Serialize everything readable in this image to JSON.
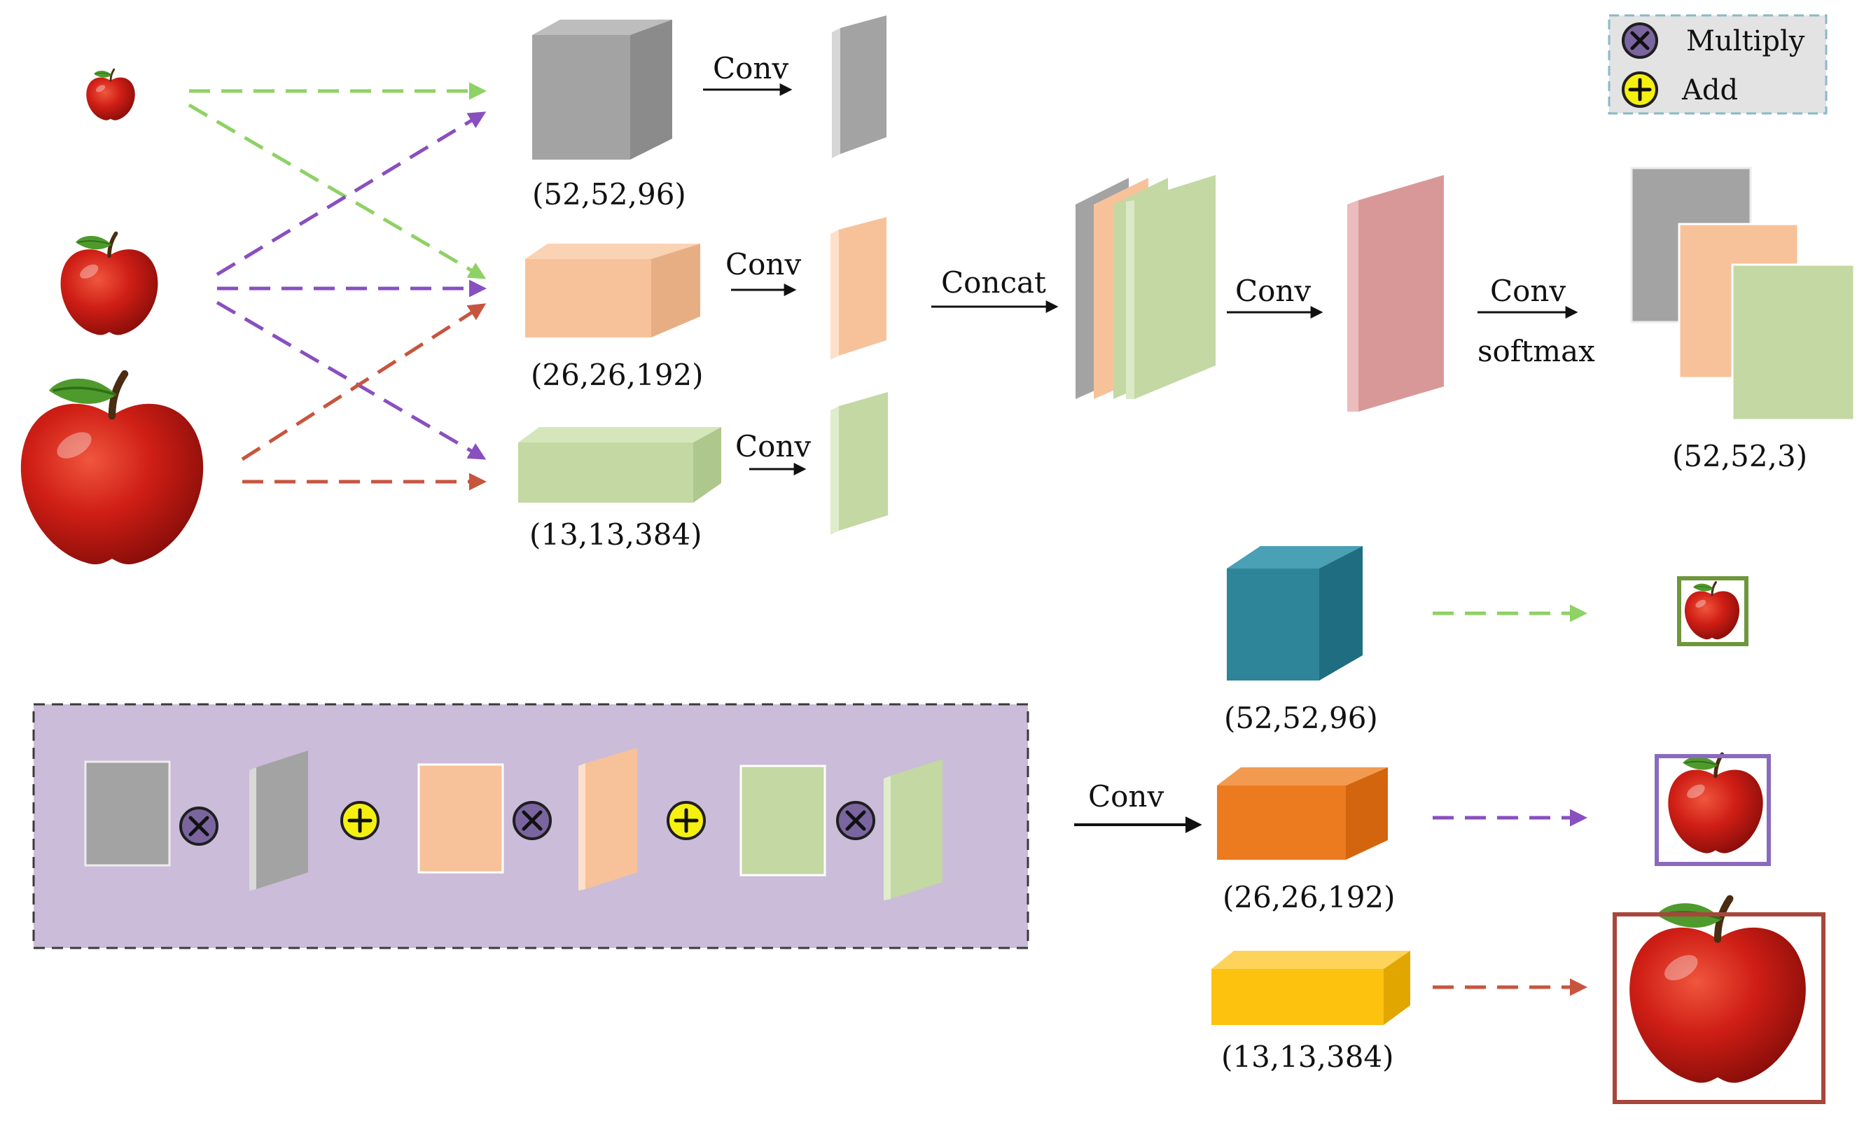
{
  "legend": {
    "multiply_label": "Multiply",
    "add_label": "Add"
  },
  "input_branch": {
    "shape_labels": [
      "(52,52,96)",
      "(26,26,192)",
      "(13,13,384)"
    ],
    "conv_labels": [
      "Conv",
      "Conv",
      "Conv"
    ]
  },
  "fusion": {
    "concat_label": "Concat",
    "conv_label": "Conv",
    "conv_softmax_label": "Conv",
    "softmax_label": "softmax",
    "weights_shape_label": "(52,52,3)"
  },
  "output_branch": {
    "conv_label": "Conv",
    "shape_labels": [
      "(52,52,96)",
      "(26,26,192)",
      "(13,13,384)"
    ]
  },
  "colors": {
    "gray": "#a3a3a3",
    "peach": "#f7c29a",
    "green": "#c3d8a3",
    "pink": "#d99898",
    "teal": "#2e8499",
    "orange": "#ec7a1f",
    "yellow": "#fdc20d",
    "panel": "#cbbcd9",
    "arrow_green": "#8ed165",
    "arrow_purple": "#8a4fbf",
    "arrow_red": "#c7553e",
    "box_green": "#6e963c",
    "box_purple": "#8a6abd",
    "box_red": "#a8463c"
  },
  "icons": [
    "multiply-icon",
    "add-icon",
    "apple-icon"
  ]
}
